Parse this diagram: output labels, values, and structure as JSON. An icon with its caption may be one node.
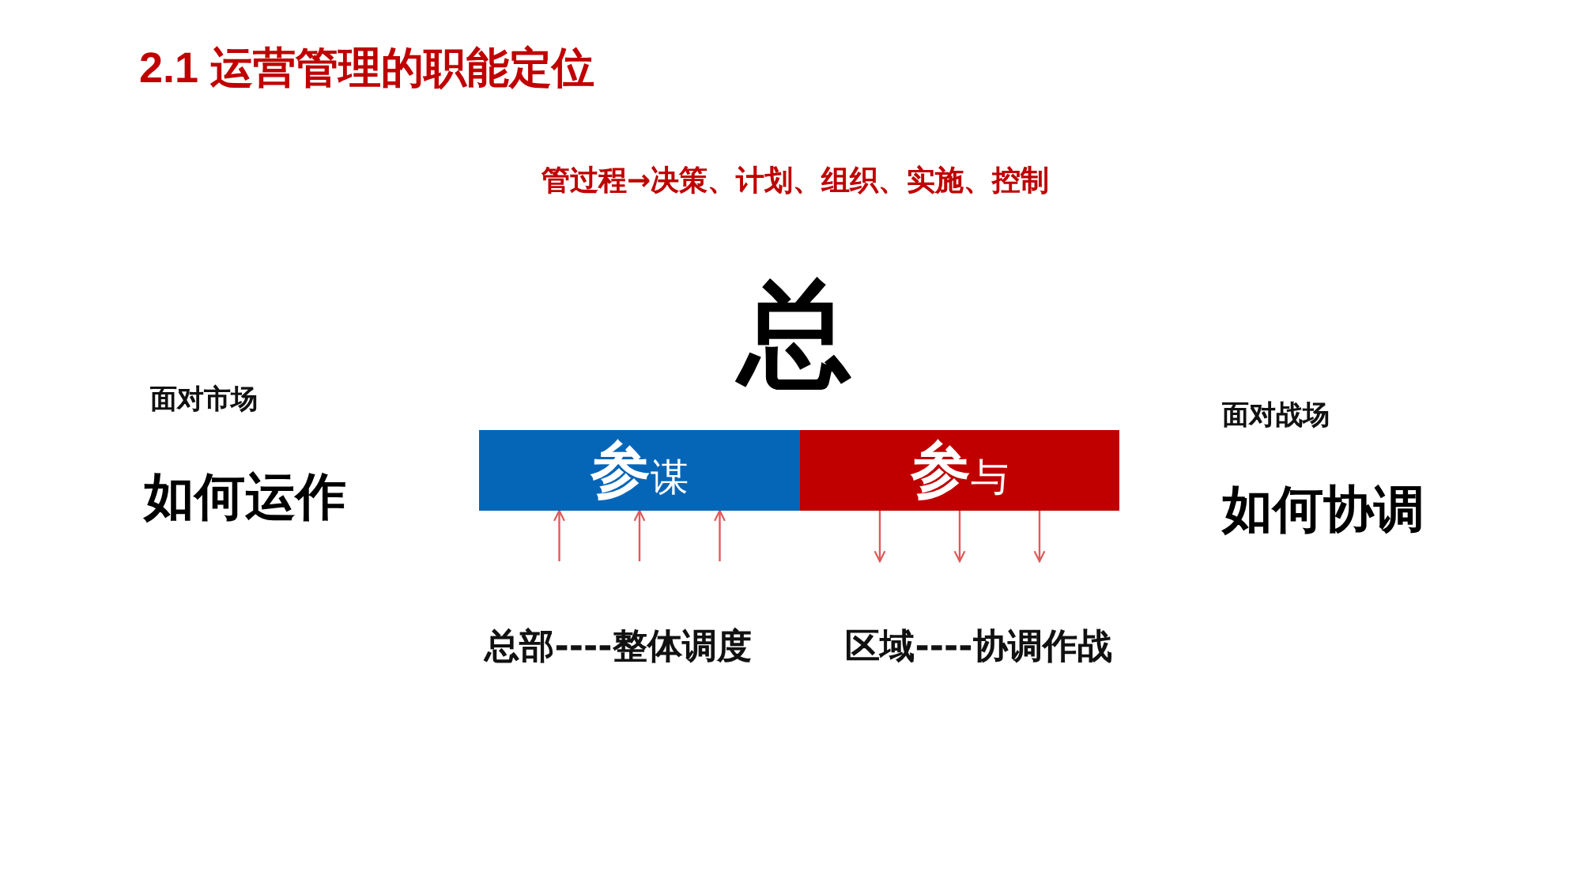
{
  "diagram": {
    "title": "2.1 运营管理的职能定位",
    "nodes": [
      {
        "text": [
          "参谋"
        ]
      },
      {
        "text": [
          "参与"
        ]
      },
      {
        "text": [
          "总部----整体调度"
        ]
      },
      {
        "text": [
          "区域----协调作战"
        ]
      }
    ],
    "edges": [
      {
        "from": 2,
        "to": 0,
        "arrow": "to"
      },
      {
        "from": 2,
        "to": 0,
        "arrow": "to"
      },
      {
        "from": 2,
        "to": 0,
        "arrow": "to"
      },
      {
        "from": 1,
        "to": 3,
        "arrow": "to"
      },
      {
        "from": 1,
        "to": 3,
        "arrow": "to"
      },
      {
        "from": 1,
        "to": 3,
        "arrow": "to"
      }
    ],
    "labels": [
      "管过程→决策、计划、组织、实施、控制",
      "总",
      "面对市场",
      "如何运作",
      "面对战场",
      "如何协调"
    ]
  }
}
